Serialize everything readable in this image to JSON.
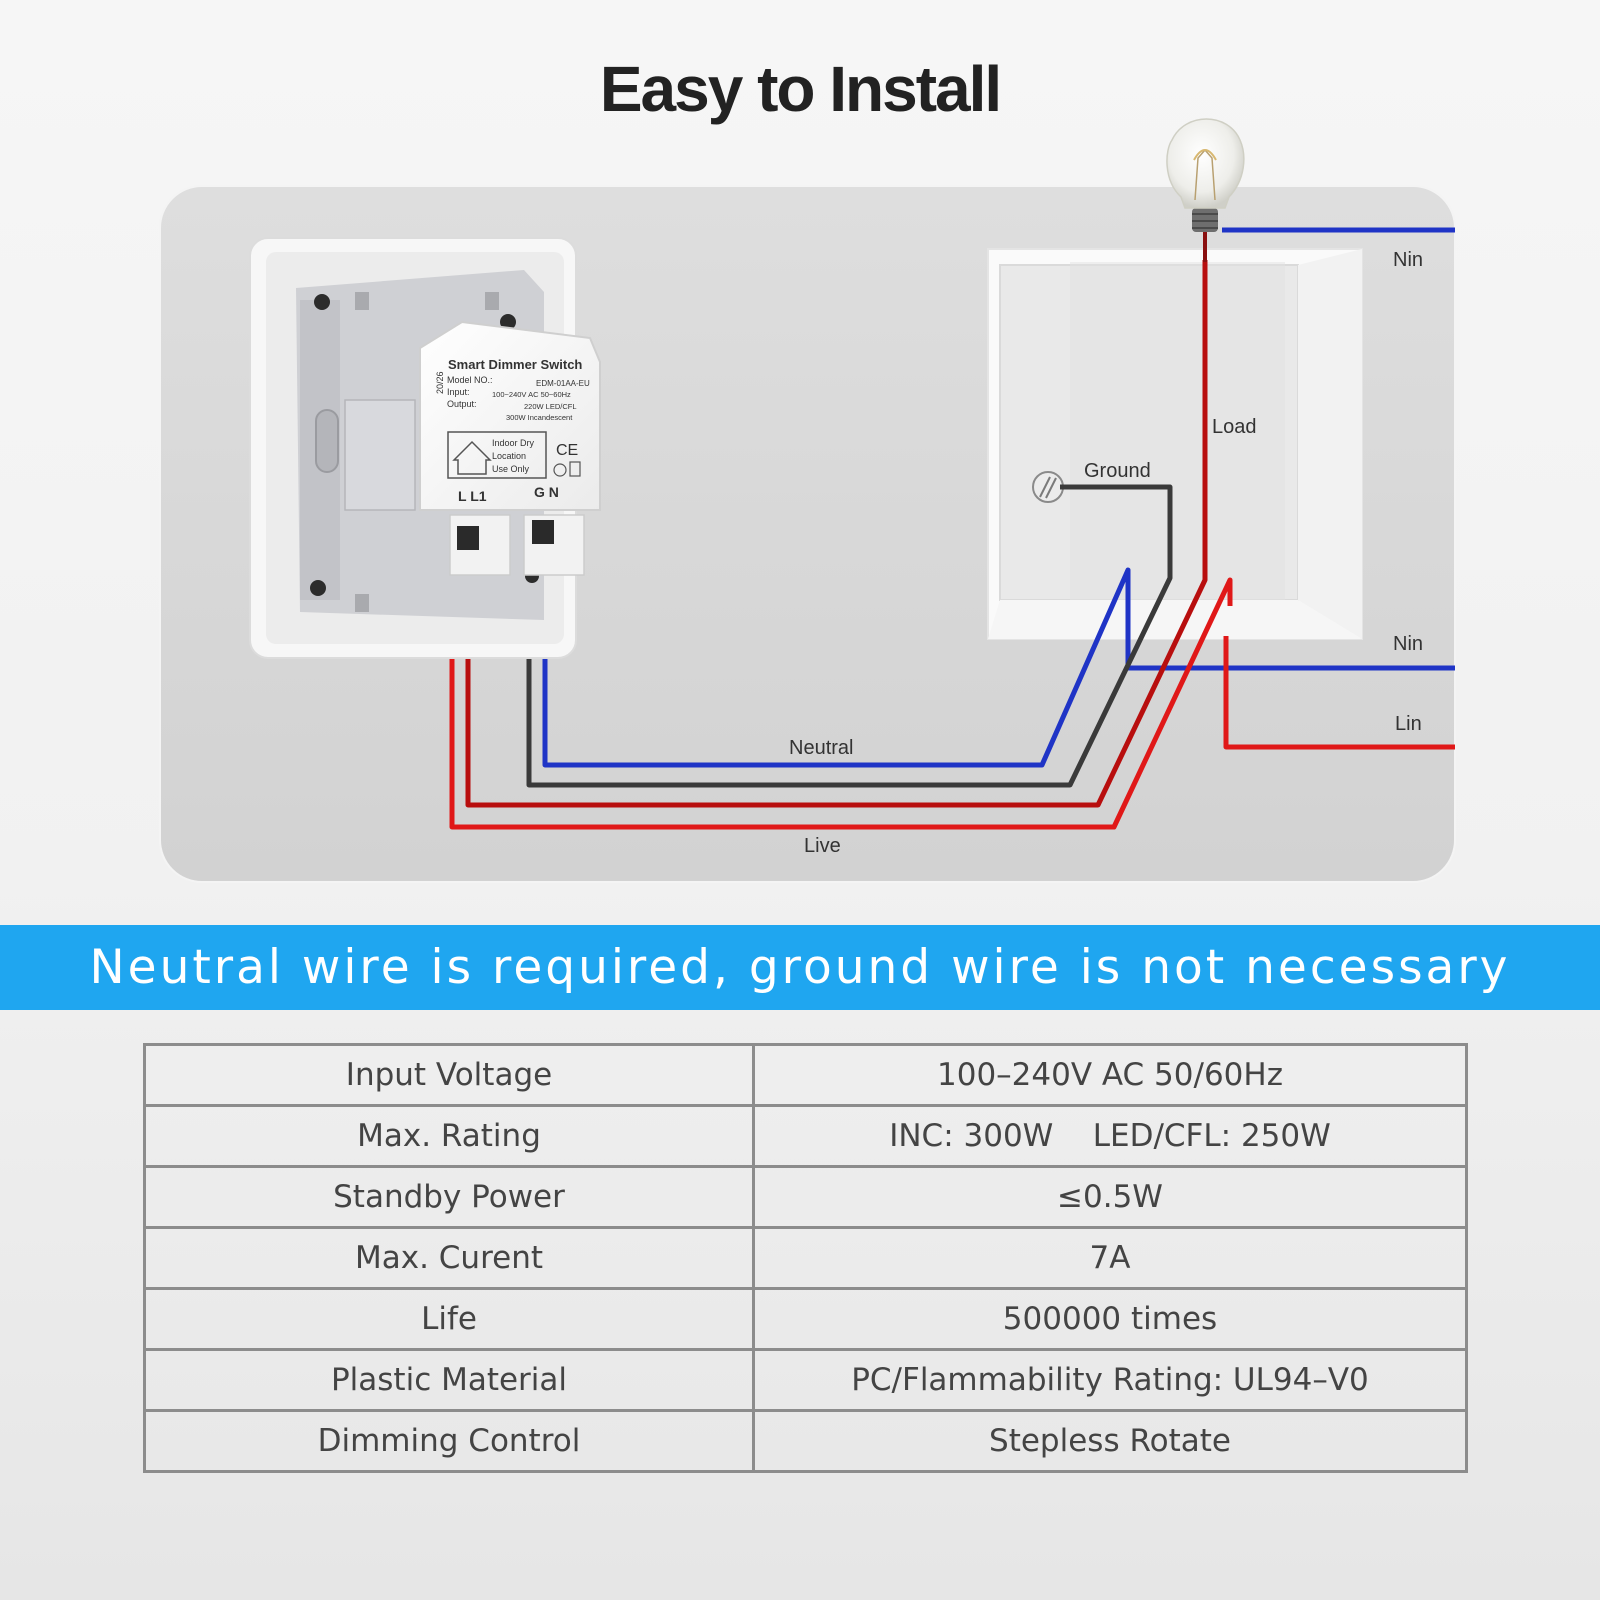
{
  "title": "Easy to Install",
  "wiring": {
    "labels": {
      "nin_top": "Nin",
      "load": "Load",
      "ground": "Ground",
      "nin_bottom": "Nin",
      "lin": "Lin",
      "neutral": "Neutral",
      "live": "Live"
    },
    "wire_colors": {
      "neutral": "#1f34c6",
      "live": "#e01818",
      "live_dark": "#b80e0e",
      "ground": "#3a3a3a"
    }
  },
  "device": {
    "name": "Smart Dimmer Switch",
    "model_label": "Model NO.:",
    "model_value": "EDM-01AA-EU",
    "input_label": "Input:",
    "input_value": "100~240V AC 50~60Hz",
    "output_label": "Output:",
    "output_value_1": "220W LED/CFL",
    "output_value_2": "300W Incandescent",
    "side_code": "20/26",
    "indoor_1": "Indoor Dry",
    "indoor_2": "Location",
    "indoor_3": "Use Only",
    "ce_mark": "CE",
    "terminals_left": "L L1",
    "terminals_right": "G N"
  },
  "banner": {
    "text": "Neutral wire is required,  ground wire is not necessary",
    "color": "#1fa6f0"
  },
  "specs": [
    {
      "label": "Input Voltage",
      "value": "100–240V AC 50/60Hz"
    },
    {
      "label": "Max. Rating",
      "value": "INC: 300W    LED/CFL: 250W"
    },
    {
      "label": "Standby Power",
      "value": "≤0.5W"
    },
    {
      "label": "Max. Curent",
      "value": "7A"
    },
    {
      "label": "Life",
      "value": "500000 times"
    },
    {
      "label": "Plastic Material",
      "value": "PC/Flammability Rating: UL94–V0"
    },
    {
      "label": "Dimming Control",
      "value": "Stepless Rotate"
    }
  ]
}
